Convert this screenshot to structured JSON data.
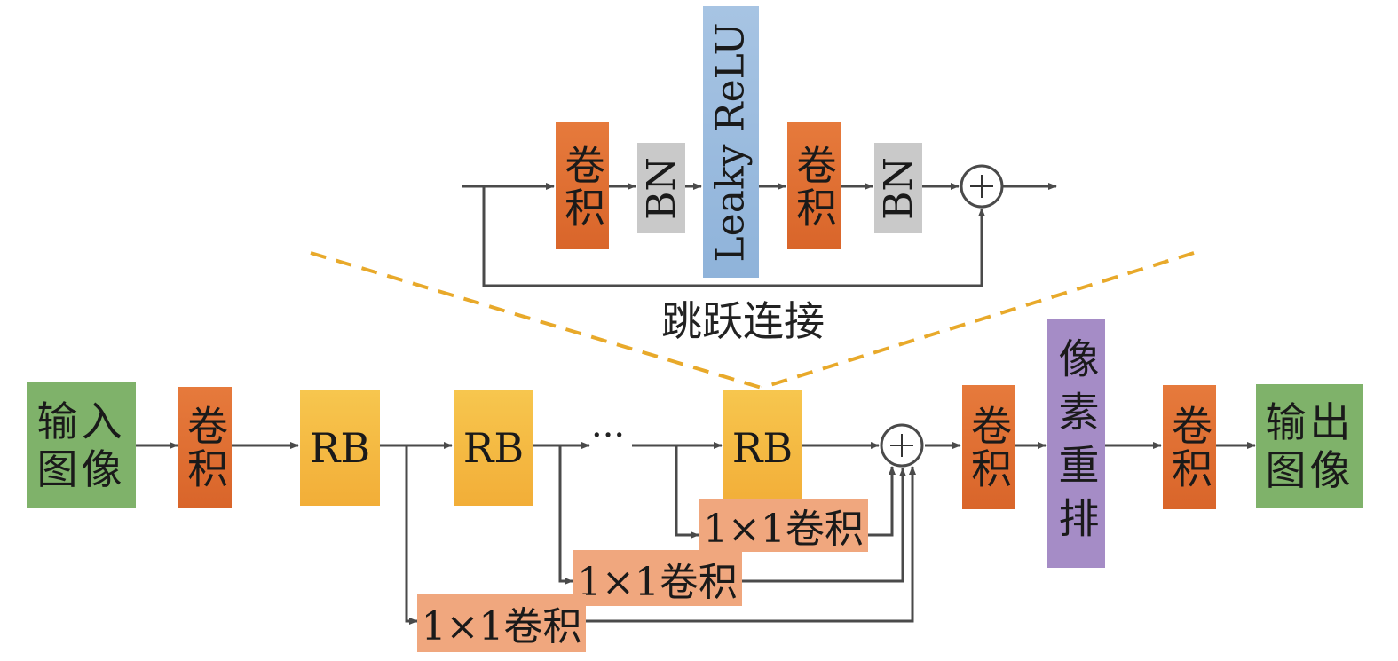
{
  "top_block": {
    "conv1": "卷积",
    "bn1": "BN",
    "activation": "Leaky ReLU",
    "conv2": "卷积",
    "bn2": "BN",
    "skip_label": "跳跃连接"
  },
  "main_flow": {
    "input": "输入图像",
    "conv_in": "卷积",
    "rb1": "RB",
    "rb2": "RB",
    "ellipsis": "···",
    "rb3": "RB",
    "conv_mid": "卷积",
    "pixel_shuffle": "像素重排",
    "conv_out": "卷积",
    "output": "输出图像",
    "conv1x1_a": "1×1卷积",
    "conv1x1_b": "1×1卷积",
    "conv1x1_c": "1×1卷积"
  },
  "colors": {
    "line": "#4a4a4a",
    "dashed": "#e8a92a"
  }
}
